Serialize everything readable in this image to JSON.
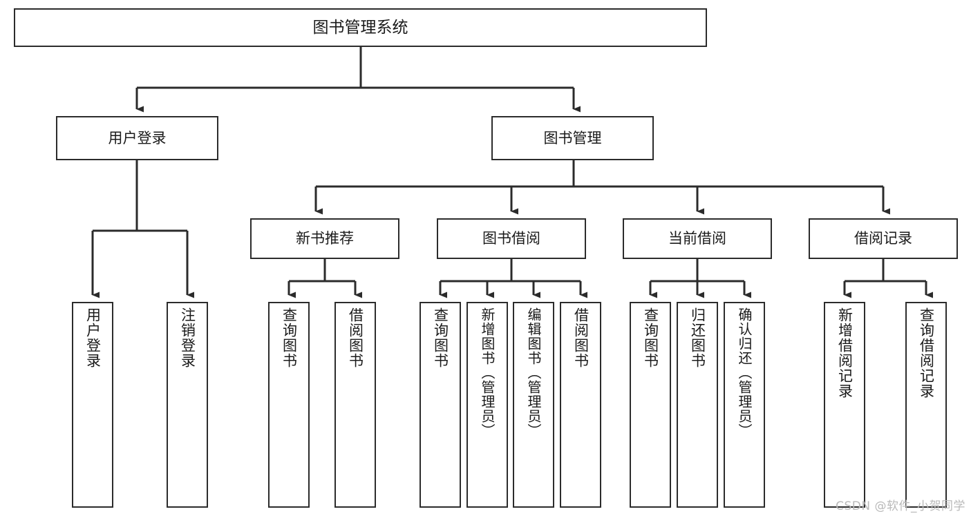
{
  "diagram": {
    "type": "tree",
    "title": "图书管理系统",
    "root": {
      "label": "图书管理系统"
    },
    "level1": [
      {
        "label": "用户登录"
      },
      {
        "label": "图书管理"
      }
    ],
    "level2": [
      {
        "label": "新书推荐"
      },
      {
        "label": "图书借阅"
      },
      {
        "label": "当前借阅"
      },
      {
        "label": "借阅记录"
      }
    ],
    "leaves": {
      "user_login": [
        {
          "label": "用户登录"
        },
        {
          "label": "注销登录"
        }
      ],
      "new_book_recommend": [
        {
          "label": "查询图书"
        },
        {
          "label": "借阅图书"
        }
      ],
      "book_borrow": [
        {
          "label": "查询图书"
        },
        {
          "label": "新增图书（管理员）"
        },
        {
          "label": "编辑图书（管理员）"
        },
        {
          "label": "借阅图书"
        }
      ],
      "current_borrow": [
        {
          "label": "查询图书"
        },
        {
          "label": "归还图书"
        },
        {
          "label": "确认归还（管理员）"
        }
      ],
      "borrow_record": [
        {
          "label": "新增借阅记录"
        },
        {
          "label": "查询借阅记录"
        }
      ]
    }
  },
  "watermark": {
    "text": "CSDN @软件_小贺同学"
  },
  "colors": {
    "border": "#2b2b2b",
    "text": "#1a1a1a",
    "background": "#ffffff",
    "watermark": "#b9b9b9"
  }
}
